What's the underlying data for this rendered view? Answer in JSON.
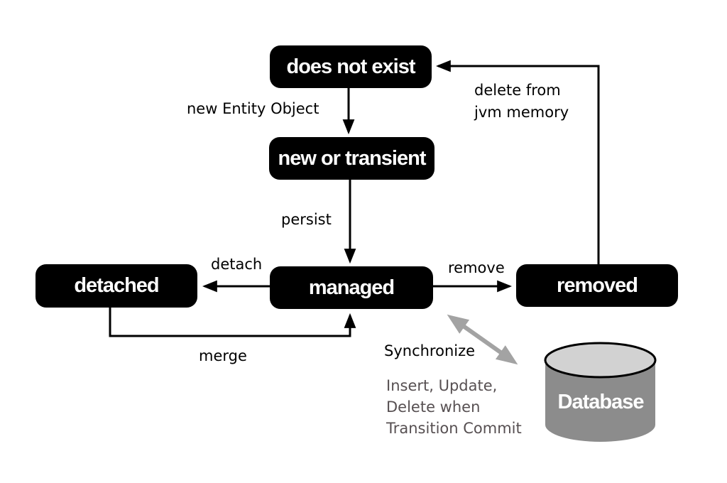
{
  "states": {
    "does_not_exist": {
      "label": "does not exist"
    },
    "new_or_transient": {
      "label": "new or transient"
    },
    "managed": {
      "label": "managed"
    },
    "detached": {
      "label": "detached"
    },
    "removed": {
      "label": "removed"
    }
  },
  "transitions": {
    "new_entity_object": "new Entity Object",
    "persist": "persist",
    "detach": "detach",
    "remove": "remove",
    "merge": "merge",
    "delete_from_jvm_line1": "delete from",
    "delete_from_jvm_line2": "jvm memory",
    "synchronize": "Synchronize"
  },
  "note": {
    "line1": "Insert, Update,",
    "line2": "Delete when",
    "line3": "Transition Commit"
  },
  "database": {
    "label": "Database"
  },
  "colors": {
    "state_bg": "#000000",
    "state_text": "#ffffff",
    "line": "#000000",
    "gray_arrow": "#a3a3a3",
    "db_body": "#8c8c8c",
    "db_top": "#d2d2d2",
    "note_text": "#575052",
    "background": "#ffffff"
  }
}
